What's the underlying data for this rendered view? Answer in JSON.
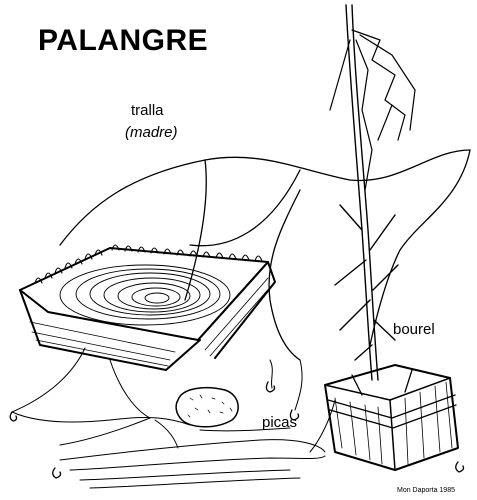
{
  "title": "PALANGRE",
  "labels": {
    "tralla": "tralla",
    "madre": "(madre)",
    "bourel": "bourel",
    "picas": "picas"
  },
  "credit": "Mon Daporta 1985",
  "colors": {
    "ink": "#000000",
    "paper": "#ffffff"
  }
}
